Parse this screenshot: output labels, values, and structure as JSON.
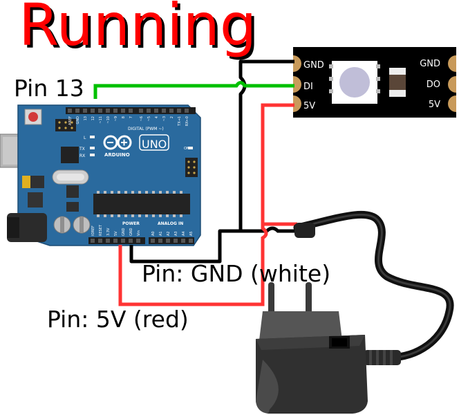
{
  "title": "Running",
  "labels": {
    "pin13": "Pin 13",
    "pin_gnd": "Pin: GND (white)",
    "pin_5v": "Pin: 5V (red)"
  },
  "led_module": {
    "left_pins": [
      "GND",
      "DI",
      "5V"
    ],
    "right_pins": [
      "GND",
      "DO",
      "5V"
    ]
  },
  "arduino": {
    "logo": "UNO",
    "brand": "ARDUINO",
    "digital_header": "DIGITAL (PWM ~)",
    "digital_pins": [
      "AREF",
      "GND",
      "13",
      "12",
      "~11",
      "~10",
      "~9",
      "8",
      "7",
      "~6",
      "~5",
      "4",
      "~3",
      "2",
      "TX→1",
      "RX←0"
    ],
    "power_header": "POWER",
    "power_pins": [
      "IOREF",
      "RESET",
      "3.3V",
      "5V",
      "GND",
      "GND",
      "Vin"
    ],
    "analog_header": "ANALOG IN",
    "analog_pins": [
      "A0",
      "A1",
      "A2",
      "A3",
      "A4",
      "A5"
    ],
    "leds": [
      "L",
      "TX",
      "RX",
      "ON"
    ]
  },
  "colors": {
    "title": "#ff0000",
    "wire_data": "#00c000",
    "wire_power": "#ff3333",
    "wire_ground": "#000000",
    "board": "#2a6a9e",
    "led_strip": "#000000"
  }
}
